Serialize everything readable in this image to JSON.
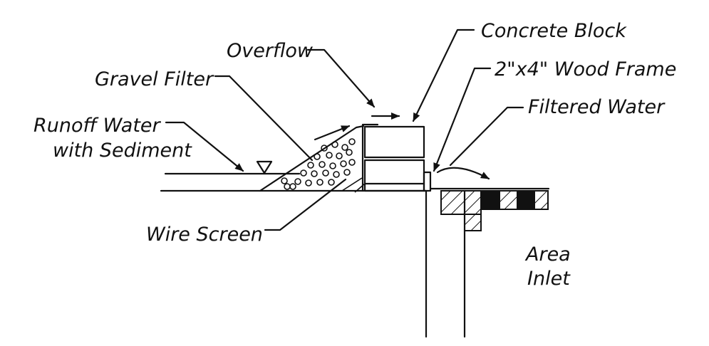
{
  "labels": {
    "concrete_block": "Concrete Block",
    "overflow": "Overflow",
    "wood_frame": "2\"x4\" Wood Frame",
    "gravel_filter": "Gravel Filter",
    "filtered_water": "Filtered Water",
    "runoff_line1": "Runoff Water",
    "runoff_line2": "with Sediment",
    "wire_screen": "Wire Screen",
    "area_line1": "Area",
    "area_line2": "Inlet"
  },
  "colors": {
    "ink": "#111111",
    "background": "#ffffff"
  }
}
